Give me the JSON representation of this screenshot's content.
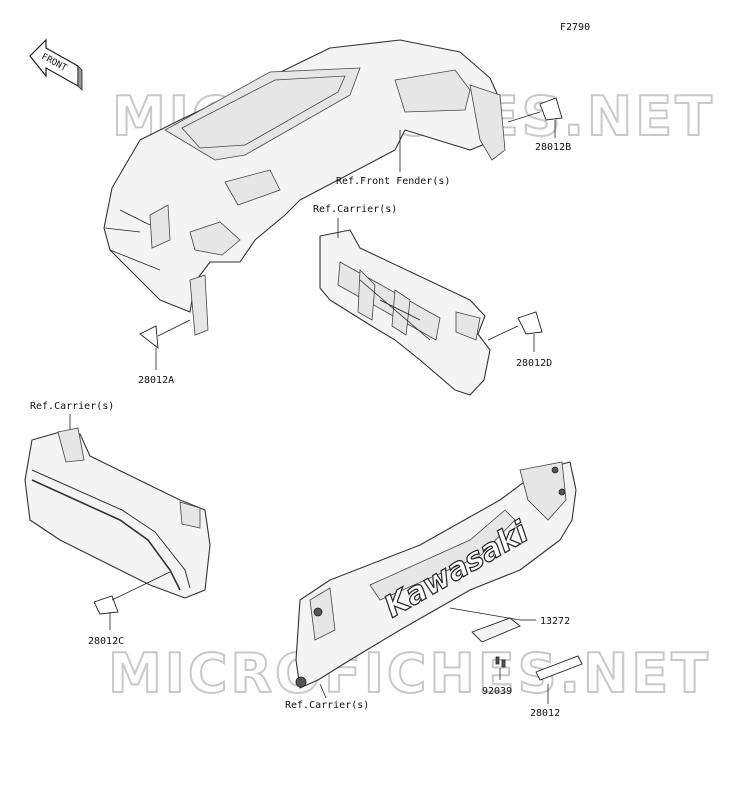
{
  "figure_code": "F2790",
  "front_label": "FRONT",
  "watermark_top": "MICROFICHES.NET",
  "watermark_bottom": "MICROFICHES.NET",
  "logo_text": "Kawasaki",
  "callouts": {
    "ref_front_fender": "Ref.Front Fender(s)",
    "ref_carrier_1": "Ref.Carrier(s)",
    "ref_carrier_2": "Ref.Carrier(s)",
    "ref_carrier_3": "Ref.Carrier(s)",
    "p28012A": "28012A",
    "p28012B": "28012B",
    "p28012C": "28012C",
    "p28012D": "28012D",
    "p13272": "13272",
    "p92039": "92039",
    "p28012": "28012"
  }
}
